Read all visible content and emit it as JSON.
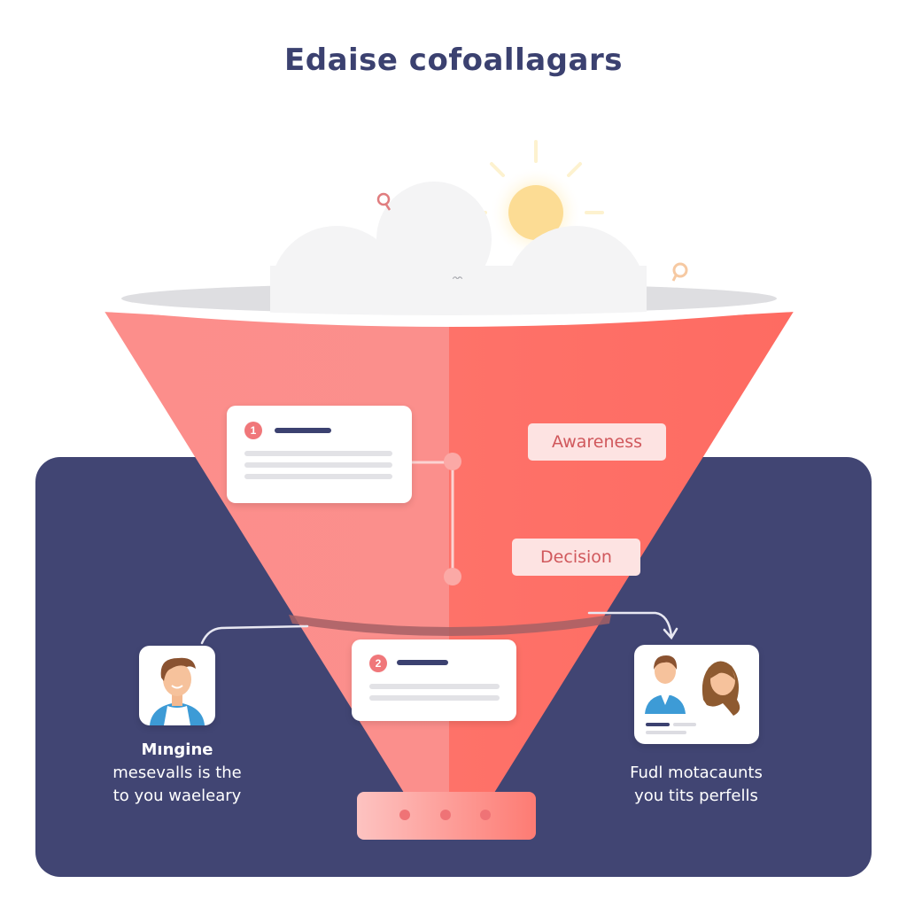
{
  "title": "Edaise cofoallagars",
  "colors": {
    "navy": "#414573",
    "title": "#3b4170",
    "funnel_light": "#fb8f8c",
    "funnel_dark": "#fe6b62",
    "tag_bg": "#fde3e2",
    "tag_text": "#d0585c",
    "sun": "#fcdc94"
  },
  "icons": {
    "sun": "sun-icon",
    "cloud": "cloud-icon",
    "search": "search-icon",
    "infinity": "infinity-icon",
    "location": "location-pin-icon",
    "person_male": "man-avatar-icon",
    "people_pair": "people-pair-icon"
  },
  "funnel": {
    "stage_tags": [
      {
        "label": "Awareness"
      },
      {
        "label": "Decision"
      }
    ],
    "cards": [
      {
        "number": "1",
        "lines": 3
      },
      {
        "number": "2",
        "lines": 2
      }
    ],
    "base_dots": 3
  },
  "left_panel": {
    "heading": "Mıngine",
    "line1": "mesevalls is the",
    "line2": "to you waeleary"
  },
  "right_panel": {
    "line1": "Fudl motacaunts",
    "line2": "you tits perfells"
  }
}
